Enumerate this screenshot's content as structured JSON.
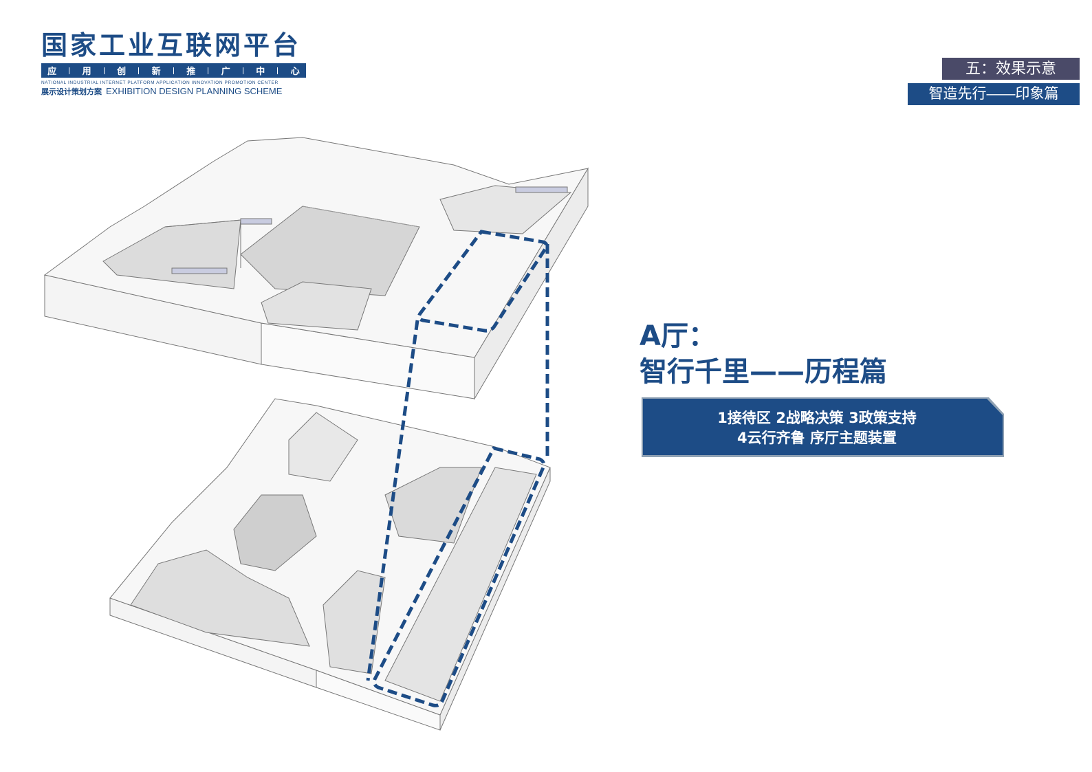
{
  "logo": {
    "title": "国家工业互联网平台",
    "bar_chars": [
      "应",
      "用",
      "创",
      "新",
      "推",
      "广",
      "中",
      "心"
    ],
    "english": "NATIONAL INDUSTRIAL INTERNET PLATFORM APPLICATION INNOVATION PROMOTION CENTER",
    "subtitle_cn": "展示设计策划方案",
    "subtitle_en": "EXHIBITION DESIGN PLANNING SCHEME"
  },
  "header": {
    "section": "五：效果示意",
    "chapter": "智造先行——印象篇"
  },
  "hall": {
    "name": "A厅：",
    "title": "智行千里——历程篇",
    "zones_line1": "1接待区 2战略决策 3政策支持",
    "zones_line2": "4云行齐鲁 序厅主题装置"
  },
  "colors": {
    "brand_blue": "#1d4c86",
    "section_gray": "#4a4a68",
    "dash_blue": "#1d4c86"
  }
}
